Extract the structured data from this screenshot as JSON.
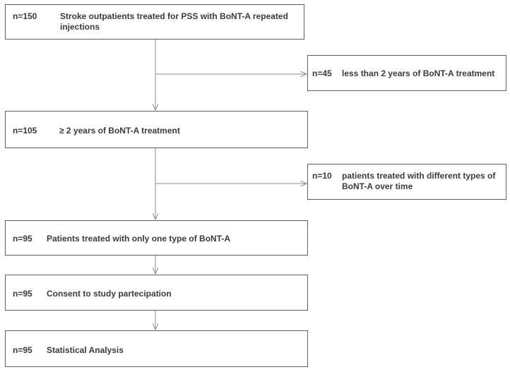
{
  "steps": [
    {
      "n": "n=150",
      "text": "Stroke outpatients treated for PSS with BoNT-A repeated injections"
    },
    {
      "n": "n=105",
      "text": "≥ 2 years of BoNT-A treatment"
    },
    {
      "n": "n=95",
      "text": "Patients treated with only one type of BoNT-A"
    },
    {
      "n": "n=95",
      "text": "Consent to study partecipation"
    },
    {
      "n": "n=95",
      "text": "Statistical Analysis"
    }
  ],
  "exclusions": [
    {
      "n": "n=45",
      "text": "less than 2 years of  BoNT-A treatment"
    },
    {
      "n": "n=10",
      "text": "patients treated with different types of  BoNT-A over time"
    }
  ],
  "colors": {
    "line": "#8c8c8c",
    "border": "#5e5e5e",
    "text": "#3a3a3a"
  }
}
